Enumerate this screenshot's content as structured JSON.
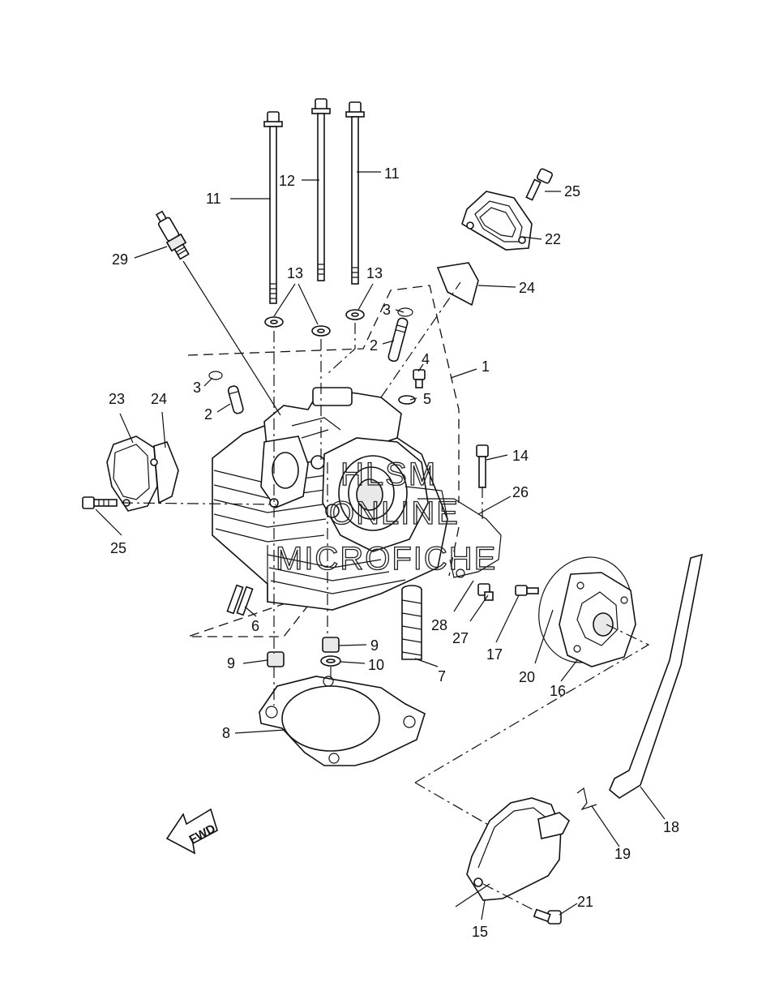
{
  "callouts": {
    "c1": "1",
    "c2a": "2",
    "c2b": "2",
    "c3a": "3",
    "c3b": "3",
    "c4": "4",
    "c5": "5",
    "c6": "6",
    "c7": "7",
    "c8": "8",
    "c9a": "9",
    "c9b": "9",
    "c10": "10",
    "c11a": "11",
    "c11b": "11",
    "c12": "12",
    "c13a": "13",
    "c13b": "13",
    "c14": "14",
    "c15": "15",
    "c16": "16",
    "c17": "17",
    "c18": "18",
    "c19": "19",
    "c20": "20",
    "c21": "21",
    "c22": "22",
    "c23": "23",
    "c24a": "24",
    "c24b": "24",
    "c25a": "25",
    "c25b": "25",
    "c26": "26",
    "c27": "27",
    "c28": "28",
    "c29": "29"
  },
  "watermark": {
    "line1": "HLSM",
    "line2": "ONLINE",
    "line3": "MICROFICHE"
  },
  "direction_marker": {
    "label": "FWD"
  }
}
